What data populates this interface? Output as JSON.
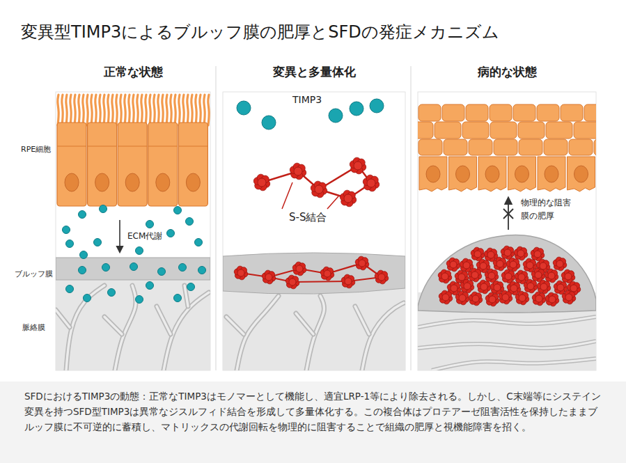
{
  "diagram": {
    "title": "変異型TIMP3によるブルッフ膜の肥厚とSFDの発症メカニズム",
    "caption": "SFDにおけるTIMP3の動態：正常なTIMP3はモノマーとして機能し、適宜LRP-1等により除去される。しかし、C末端等にシステイン変異を持つSFD型TIMP3は異常なジスルフィド結合を形成して多量体化する。この複合体はプロテアーゼ阻害活性を保持したままブルッフ膜に不可逆的に蓄積し、マトリックスの代謝回転を物理的に阻害することで組織の肥厚と視機能障害を招く。",
    "nodes": [
      {
        "text": [
          "正常な状態"
        ]
      },
      {
        "text": [
          "変異と多量体化"
        ]
      },
      {
        "text": [
          "病的な状態"
        ]
      }
    ],
    "labels": [
      "RPE細胞",
      "ECM代謝",
      "ブルッフ膜",
      "脈絡膜",
      "TIMP3",
      "S-S結合",
      "物理的な阻害",
      "膜の肥厚"
    ]
  }
}
